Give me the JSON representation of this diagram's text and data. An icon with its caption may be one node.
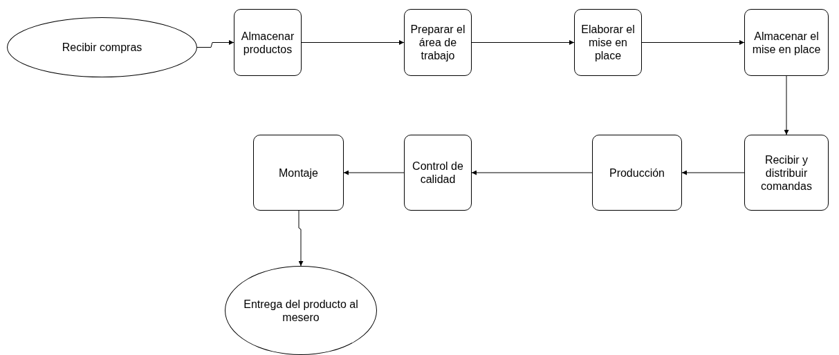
{
  "diagram": {
    "nodes": [
      {
        "text": [
          "Recibir compras"
        ]
      },
      {
        "text": [
          "Almacenar productos"
        ]
      },
      {
        "text": [
          "Preparar el área de trabajo"
        ]
      },
      {
        "text": [
          "Elaborar el mise en place"
        ]
      },
      {
        "text": [
          "Almacenar el mise en place"
        ]
      },
      {
        "text": [
          "Recibir y distribuir comandas"
        ]
      },
      {
        "text": [
          "Producción"
        ]
      },
      {
        "text": [
          "Control de calidad"
        ]
      },
      {
        "text": [
          "Montaje"
        ]
      },
      {
        "text": [
          "Entrega del producto al mesero"
        ]
      }
    ],
    "edges": [
      {
        "from": 0,
        "to": 1,
        "arrow": "to"
      },
      {
        "from": 1,
        "to": 2,
        "arrow": "to"
      },
      {
        "from": 2,
        "to": 3,
        "arrow": "to"
      },
      {
        "from": 3,
        "to": 4,
        "arrow": "to"
      },
      {
        "from": 4,
        "to": 5,
        "arrow": "to"
      },
      {
        "from": 5,
        "to": 6,
        "arrow": "to"
      },
      {
        "from": 6,
        "to": 7,
        "arrow": "to"
      },
      {
        "from": 7,
        "to": 8,
        "arrow": "to"
      },
      {
        "from": 8,
        "to": 9,
        "arrow": "to"
      }
    ]
  }
}
